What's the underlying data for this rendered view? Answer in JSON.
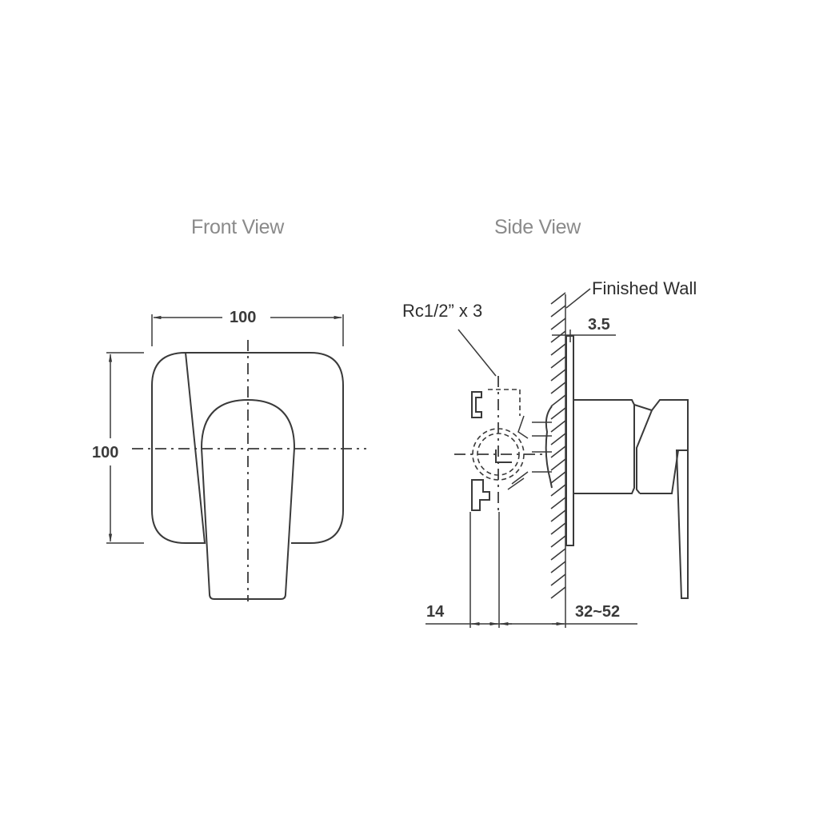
{
  "views": {
    "front": {
      "title": "Front View",
      "width_label": "100",
      "height_label": "100"
    },
    "side": {
      "title": "Side View",
      "connection_label": "Rc1/2” x 3",
      "wall_label": "Finished Wall",
      "plate_thickness_label": "3.5",
      "offset_label": "14",
      "depth_range_label": "32~52"
    }
  },
  "colors": {
    "title": "#8a8a8a",
    "line": "#3a3a3a",
    "dimension_text": "#3a3a3a",
    "background": "#ffffff"
  }
}
